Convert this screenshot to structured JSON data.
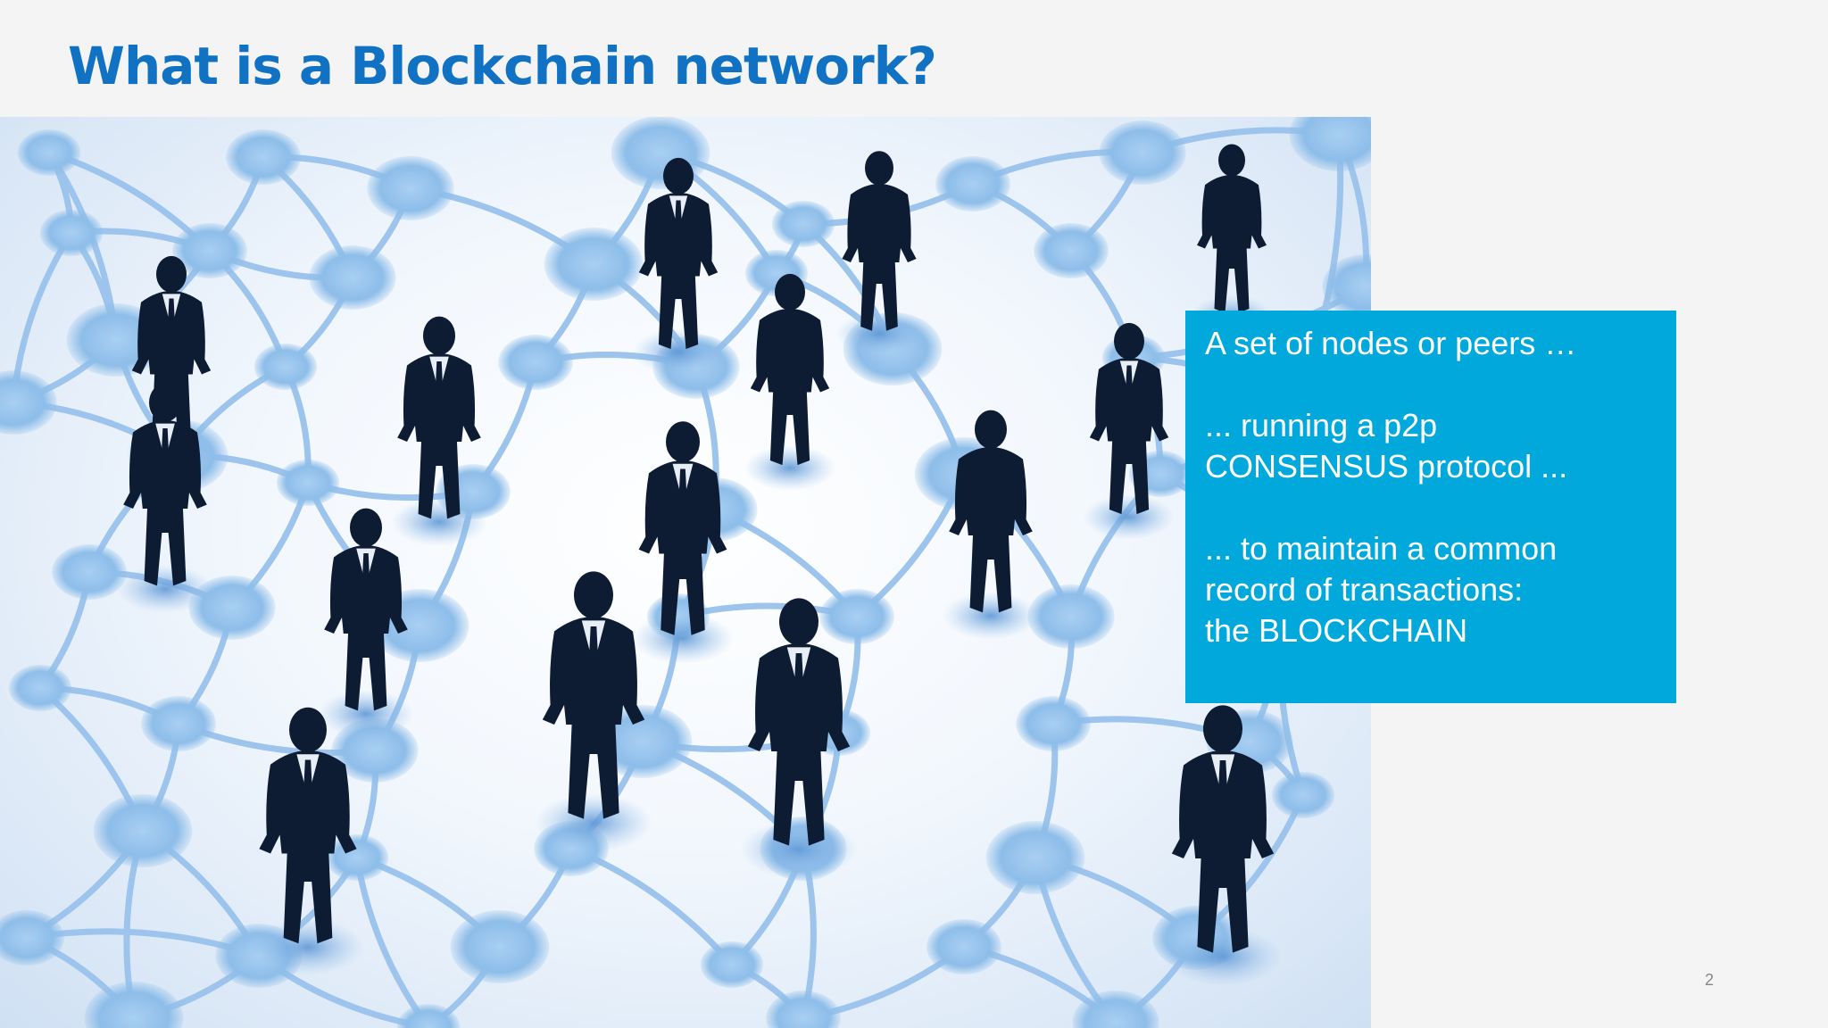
{
  "slide": {
    "title": "What is a Blockchain network?",
    "callout": {
      "line1": "A set of nodes or peers …",
      "line2": "... running a p2p",
      "line3": "CONSENSUS protocol ...",
      "line4": "... to maintain a common",
      "line5": "record of transactions:",
      "line6": "the BLOCKCHAIN"
    },
    "page_number": "2"
  },
  "colors": {
    "title": "#1172c4",
    "callout_background": "#00a8dc",
    "callout_text": "#ffffff",
    "slide_background": "#f4f4f4",
    "network_line": "#9cc4ec",
    "node": "#8fbde9",
    "silhouette": "#0e1c33"
  },
  "image": {
    "subject": "business-people-network-illustration"
  }
}
